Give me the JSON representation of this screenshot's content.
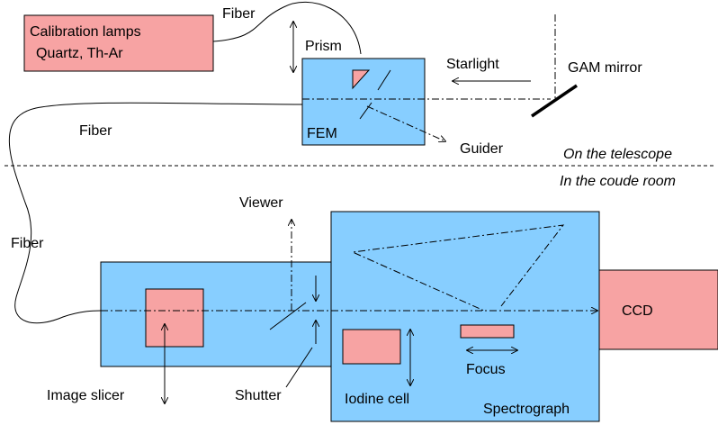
{
  "labels": {
    "calibration_line1": "Calibration lamps",
    "calibration_line2": "Quartz, Th-Ar",
    "fiber_top": "Fiber",
    "prism": "Prism",
    "starlight": "Starlight",
    "gam_mirror": "GAM mirror",
    "fiber_left": "Fiber",
    "fem": "FEM",
    "guider": "Guider",
    "on_telescope": "On the telescope",
    "in_coude": "In the coude room",
    "viewer": "Viewer",
    "fiber_bottom": "Fiber",
    "ccd": "CCD",
    "focus": "Focus",
    "image_slicer": "Image slicer",
    "shutter": "Shutter",
    "iodine_cell": "Iodine cell",
    "spectrograph": "Spectrograph"
  },
  "colors": {
    "blue_fill": "#87ceff",
    "pink_fill": "#f7a3a3"
  }
}
